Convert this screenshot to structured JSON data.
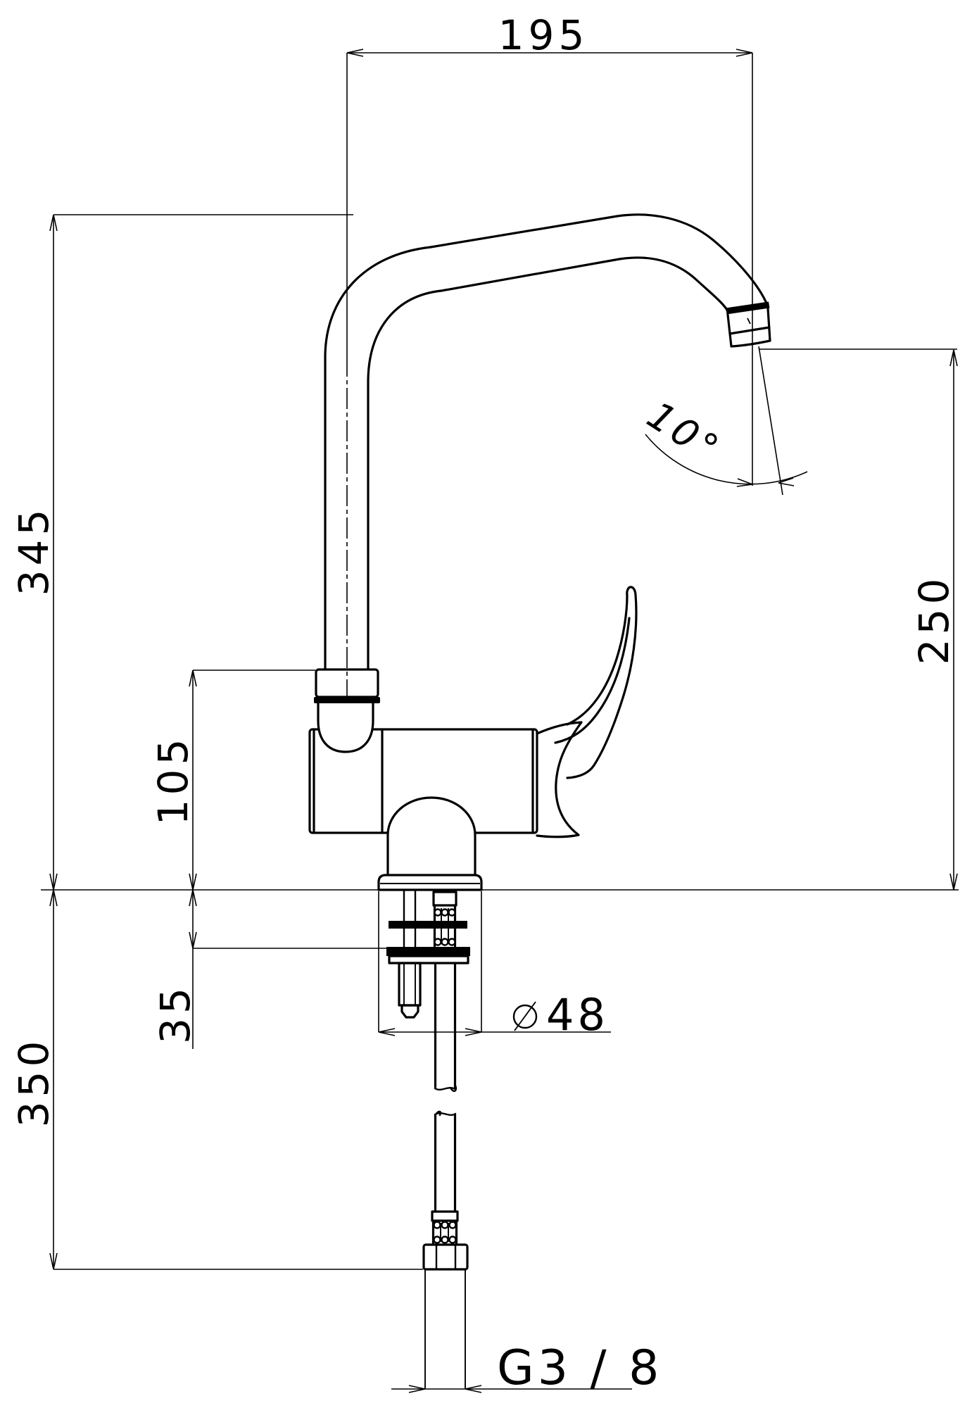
{
  "drawing": {
    "type": "faucet-installation-dimension-drawing",
    "colors": {
      "line": "#000000",
      "background": "#ffffff"
    },
    "dims": {
      "spout_reach": {
        "label": "195"
      },
      "overall_height": {
        "label": "345"
      },
      "outlet_height": {
        "label": "250"
      },
      "deck_to_spout_base": {
        "label": "105"
      },
      "max_deck_thickness": {
        "label": "35"
      },
      "hose_drop": {
        "label": "350"
      },
      "base_diameter": {
        "symbol": "Ø",
        "value": "48"
      },
      "outlet_angle": {
        "label": "10°"
      },
      "connection_thread": {
        "label": "G3 / 8"
      }
    }
  }
}
